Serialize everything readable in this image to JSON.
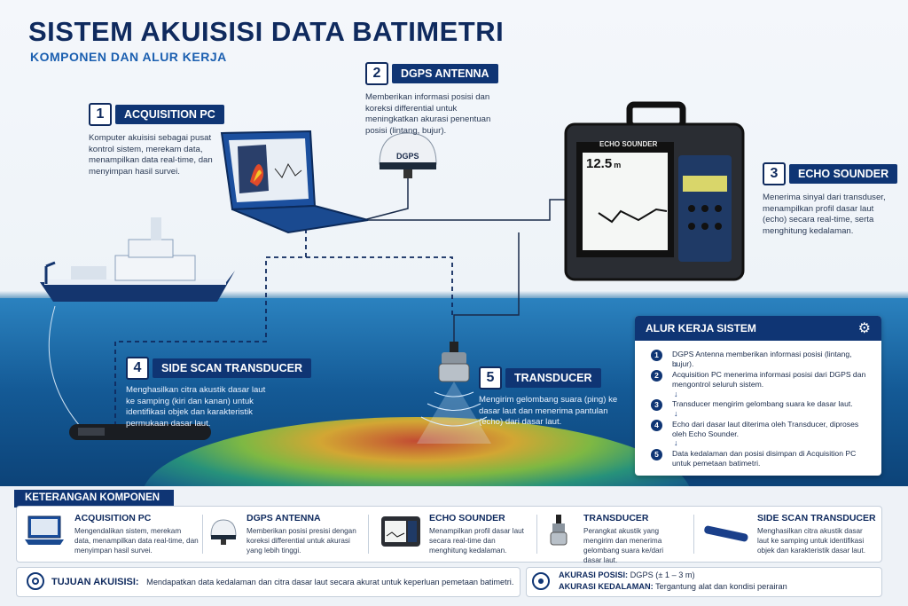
{
  "header": {
    "title": "SISTEM AKUISISI DATA BATIMETRI",
    "subtitle": "KOMPONEN DAN ALUR KERJA"
  },
  "components": [
    {
      "num": "1",
      "name": "ACQUISITION PC",
      "desc": "Komputer akuisisi sebagai pusat kontrol sistem, merekam data, menampilkan data real-time, dan menyimpan hasil survei."
    },
    {
      "num": "2",
      "name": "DGPS ANTENNA",
      "desc": "Memberikan informasi posisi dan koreksi differential untuk meningkatkan akurasi penentuan posisi (lintang, bujur)."
    },
    {
      "num": "3",
      "name": "ECHO SOUNDER",
      "desc": "Menerima sinyal dari transduser, menampilkan profil dasar laut (echo) secara real-time, serta menghitung kedalaman."
    },
    {
      "num": "4",
      "name": "SIDE SCAN TRANSDUCER",
      "desc": "Menghasilkan citra akustik dasar laut ke samping (kiri dan kanan) untuk identifikasi objek dan karakteristik permukaan dasar laut."
    },
    {
      "num": "5",
      "name": "TRANSDUCER",
      "desc": "Mengirim gelombang suara (ping) ke dasar laut dan menerima pantulan (echo) dari dasar laut."
    }
  ],
  "devices": {
    "dgps_label": "DGPS",
    "echo_label": "ECHO SOUNDER",
    "depth_readout": "12.5",
    "depth_unit": "m"
  },
  "workflow": {
    "title": "ALUR KERJA SISTEM",
    "steps": [
      {
        "n": "1",
        "text": "DGPS Antenna memberikan informasi posisi (lintang, bujur)."
      },
      {
        "n": "2",
        "text": "Acquisition PC menerima informasi posisi dari DGPS dan mengontrol seluruh sistem."
      },
      {
        "n": "3",
        "text": "Transducer mengirim gelombang suara ke dasar laut."
      },
      {
        "n": "4",
        "text": "Echo dari dasar laut diterima oleh Transducer, diproses oleh Echo Sounder."
      },
      {
        "n": "5",
        "text": "Data kedalaman dan posisi disimpan di Acquisition PC untuk pemetaan batimetri."
      }
    ]
  },
  "legend": {
    "title": "KETERANGAN KOMPONEN",
    "items": [
      {
        "name": "ACQUISITION PC",
        "desc": "Mengendalikan sistem, merekam data, menampilkan data real-time, dan menyimpan hasil survei."
      },
      {
        "name": "DGPS ANTENNA",
        "desc": "Memberikan posisi presisi dengan koreksi differential untuk akurasi yang lebih tinggi."
      },
      {
        "name": "ECHO SOUNDER",
        "desc": "Menampilkan profil dasar laut secara real-time dan menghitung kedalaman."
      },
      {
        "name": "TRANSDUCER",
        "desc": "Perangkat akustik yang mengirim dan menerima gelombang suara ke/dari dasar laut."
      },
      {
        "name": "SIDE SCAN TRANSDUCER",
        "desc": "Menghasilkan citra akustik dasar laut ke samping untuk identifikasi objek dan karakteristik dasar laut."
      }
    ]
  },
  "footer": {
    "goal_label": "TUJUAN AKUISISI:",
    "goal_text": "Mendapatkan data kedalaman dan citra dasar laut secara akurat untuk keperluan pemetaan batimetri.",
    "acc_pos_label": "AKURASI POSISI:",
    "acc_pos_value": "DGPS (± 1 – 3 m)",
    "acc_depth_label": "AKURASI KEDALAMAN:",
    "acc_depth_value": "Tergantung alat dan kondisi perairan"
  },
  "colors": {
    "navy": "#0f3574",
    "accent": "#1b5fb0"
  }
}
